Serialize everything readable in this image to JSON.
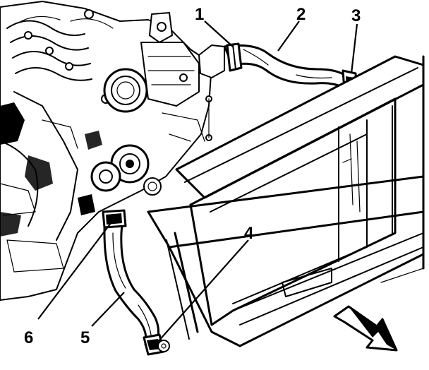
{
  "callouts": [
    {
      "id": "1",
      "label": "1"
    },
    {
      "id": "2",
      "label": "2"
    },
    {
      "id": "3",
      "label": "3"
    },
    {
      "id": "4",
      "label": "4"
    },
    {
      "id": "5",
      "label": "5"
    },
    {
      "id": "6",
      "label": "6"
    }
  ],
  "direction_arrow_icon": "front-arrow-icon"
}
